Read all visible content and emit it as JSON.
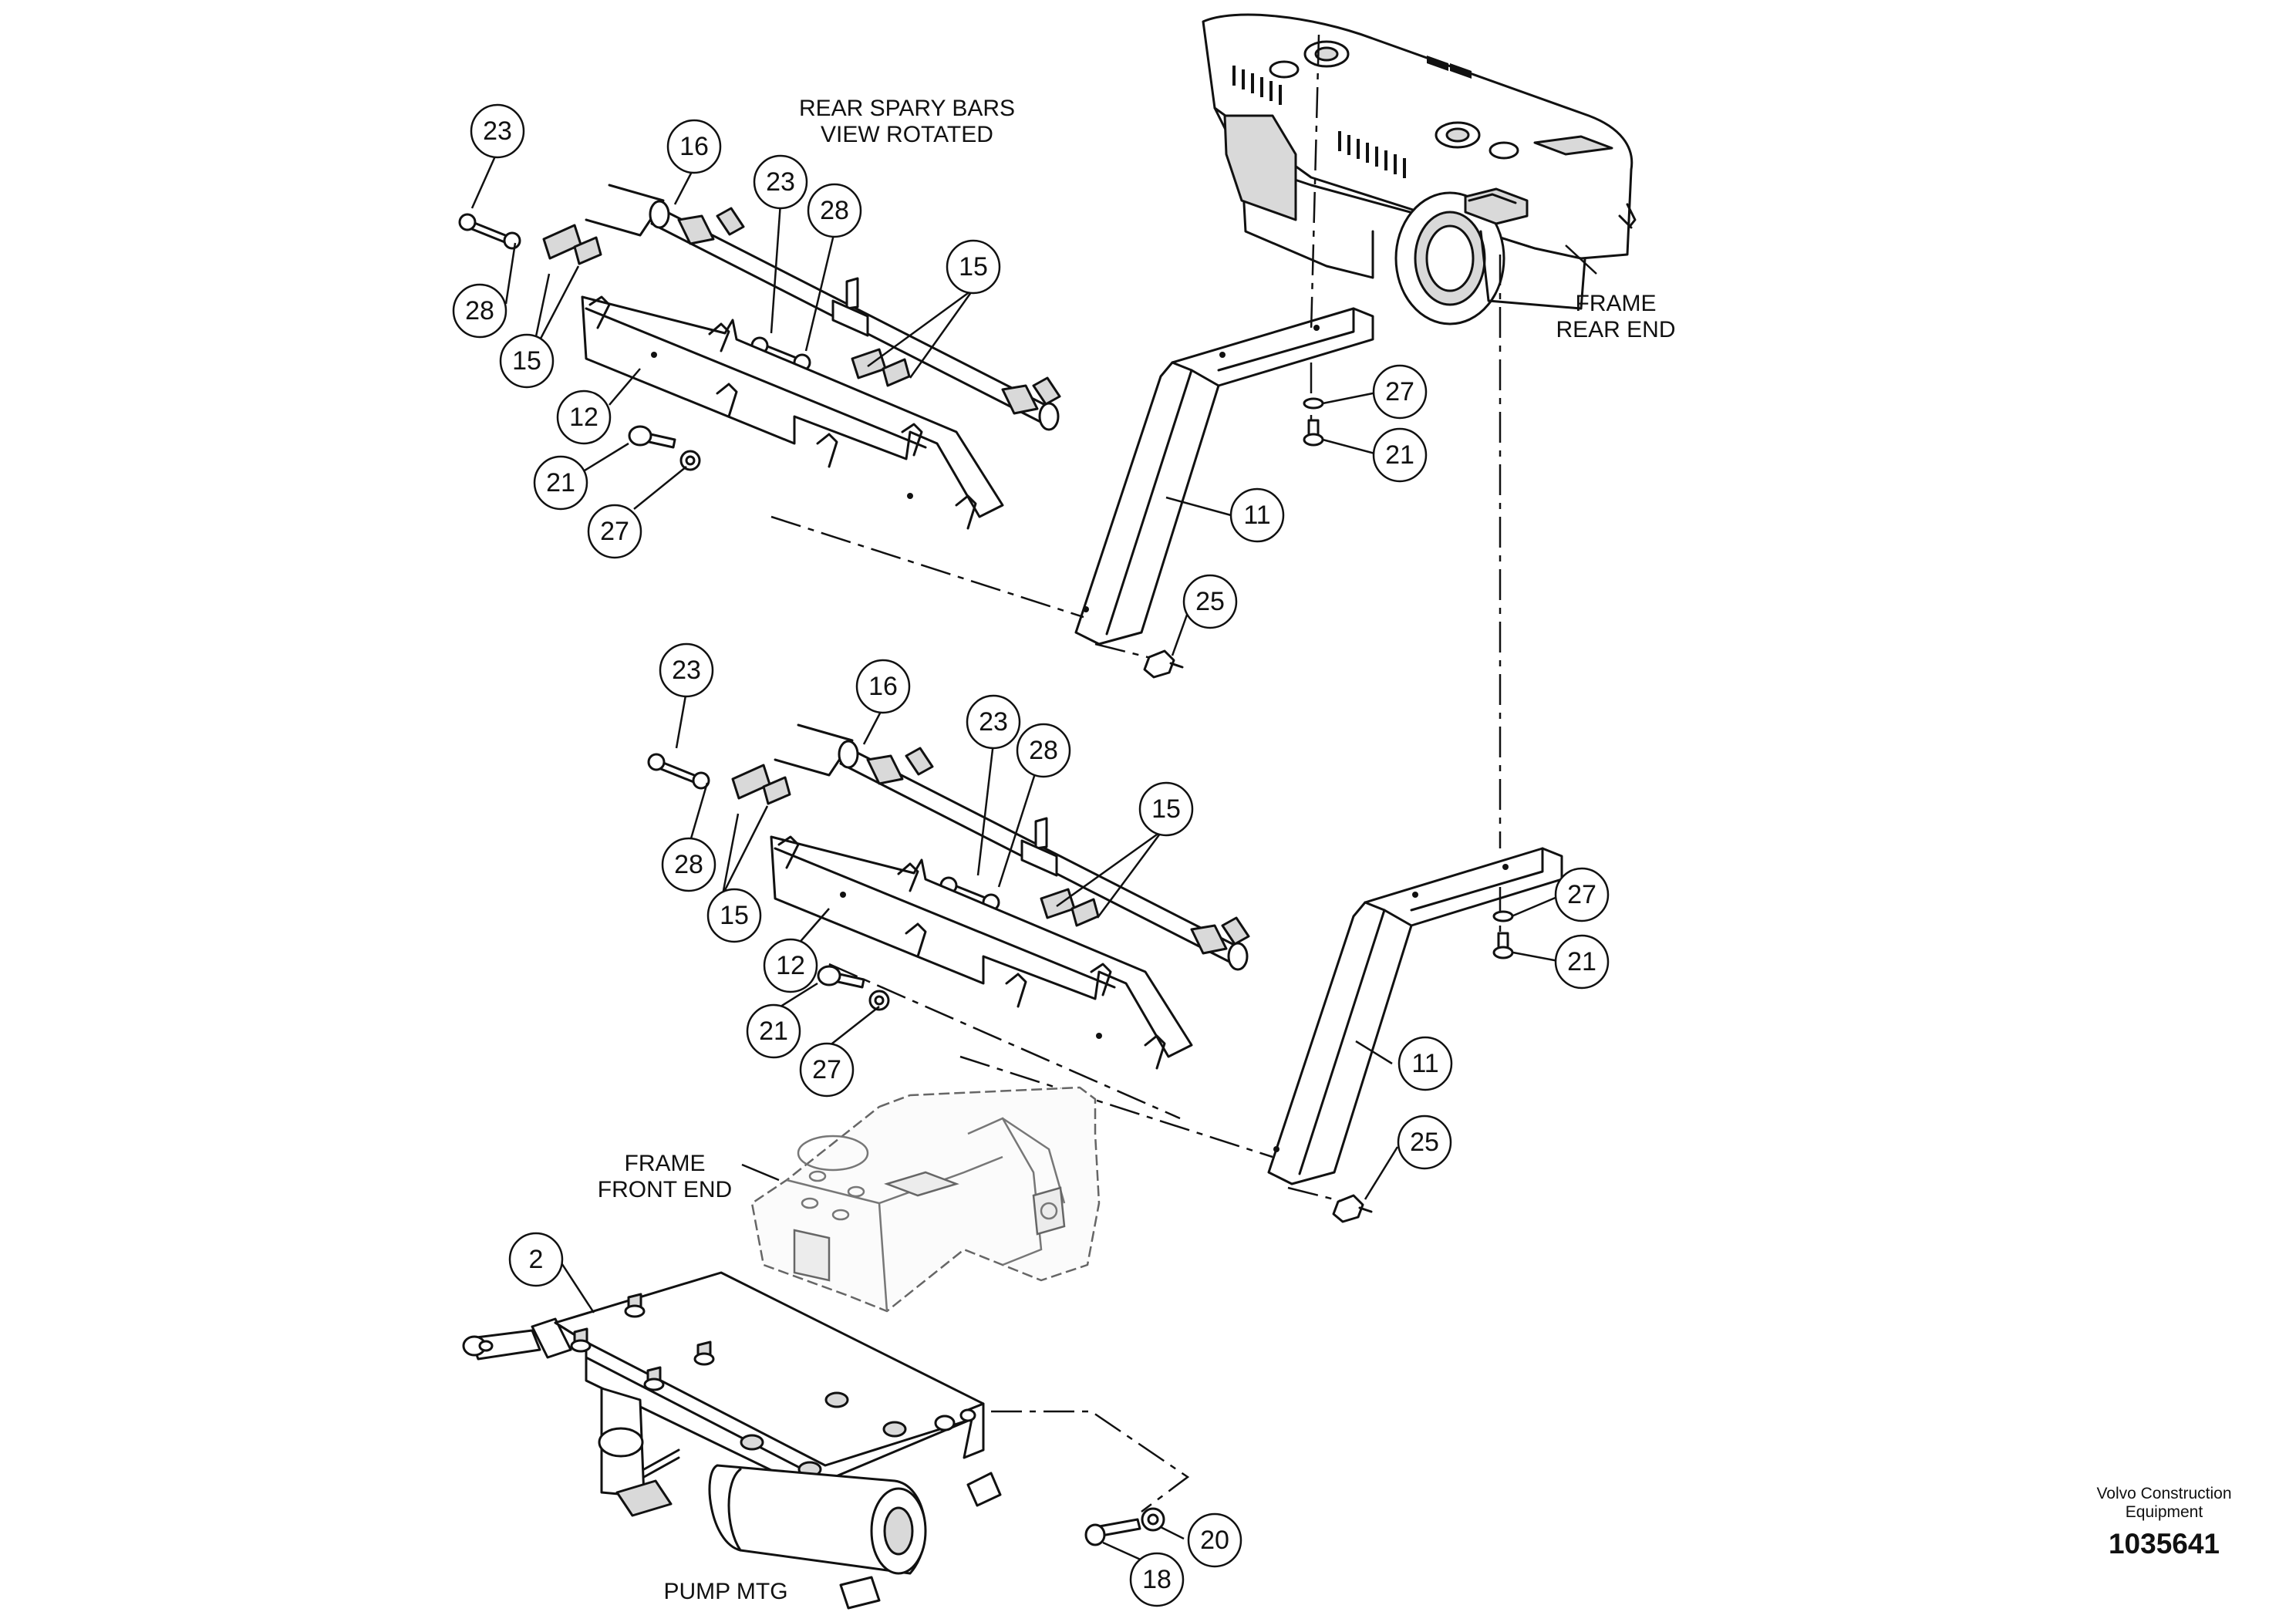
{
  "labels": {
    "rear_spray_line1": "REAR SPARY BARS",
    "rear_spray_line2": "VIEW ROTATED",
    "frame_rear_line1": "FRAME",
    "frame_rear_line2": "REAR END",
    "frame_front_line1": "FRAME",
    "frame_front_line2": "FRONT END",
    "pump_mtg": "PUMP MTG"
  },
  "brand": {
    "line1": "Volvo Construction",
    "line2": "Equipment"
  },
  "document_number": "1035641",
  "callouts": {
    "upper": {
      "c23a": "23",
      "c16": "16",
      "c23b": "23",
      "c28b": "28",
      "c15r": "15",
      "c28a": "28",
      "c15l": "15",
      "c12": "12",
      "c21": "21",
      "c27": "27"
    },
    "lower": {
      "c23a": "23",
      "c16": "16",
      "c23b": "23",
      "c28b": "28",
      "c15r": "15",
      "c28a": "28",
      "c15l": "15",
      "c12": "12",
      "c21": "21",
      "c27": "27"
    },
    "bracket_upper": {
      "c27": "27",
      "c21": "21",
      "c11": "11",
      "c25": "25"
    },
    "bracket_lower": {
      "c27": "27",
      "c21": "21",
      "c11": "11",
      "c25": "25"
    },
    "pump": {
      "c2": "2",
      "c20": "20",
      "c18": "18"
    }
  }
}
